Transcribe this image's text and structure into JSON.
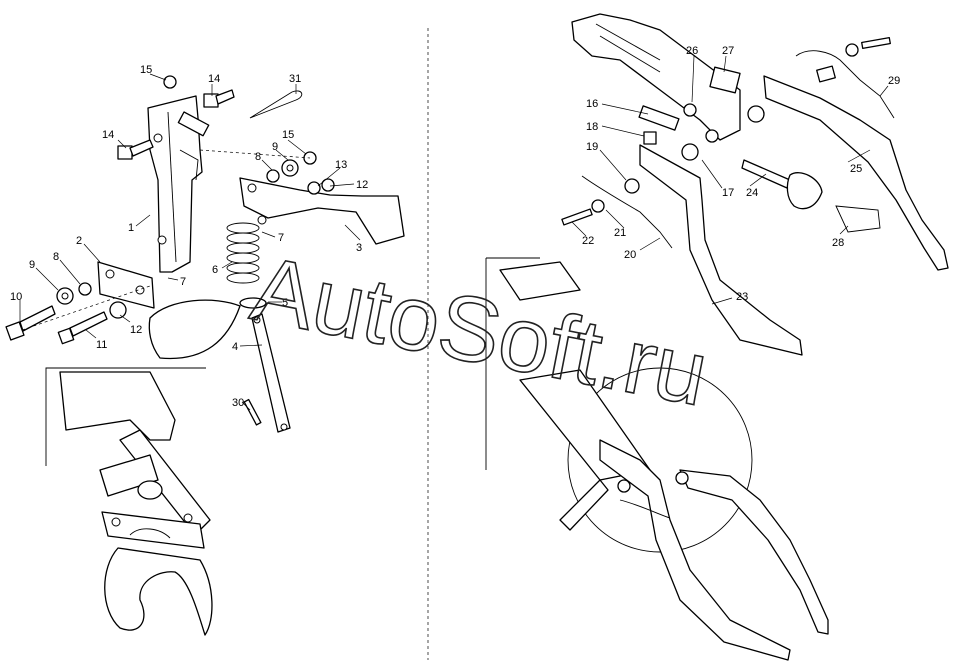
{
  "watermark": {
    "text": "AutoSoft.ru"
  },
  "callouts": {
    "c1": "1",
    "c2": "2",
    "c3": "3",
    "c4": "4",
    "c5": "5",
    "c6": "6",
    "c7a": "7",
    "c7b": "7",
    "c8a": "8",
    "c8b": "8",
    "c9a": "9",
    "c9b": "9",
    "c10": "10",
    "c11": "11",
    "c12a": "12",
    "c12b": "12",
    "c13": "13",
    "c14a": "14",
    "c14b": "14",
    "c15a": "15",
    "c15b": "15",
    "c16": "16",
    "c17": "17",
    "c18": "18",
    "c19": "19",
    "c20": "20",
    "c21": "21",
    "c22": "22",
    "c23": "23",
    "c24": "24",
    "c25": "25",
    "c26": "26",
    "c27": "27",
    "c28": "28",
    "c29": "29",
    "c30": "30",
    "c31": "31"
  },
  "colors": {
    "line": "#000000",
    "background": "#ffffff"
  }
}
